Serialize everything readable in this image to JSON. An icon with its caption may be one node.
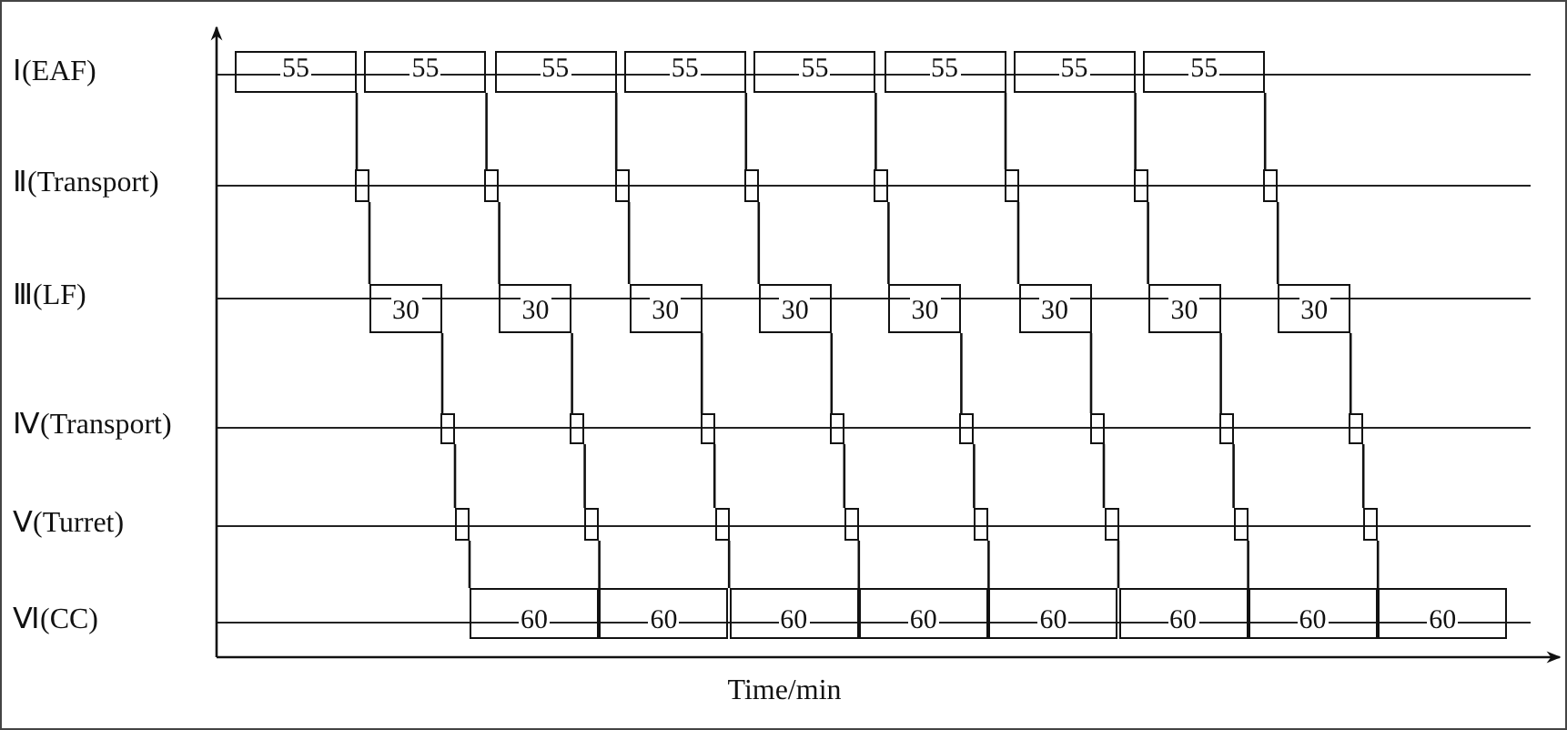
{
  "diagram": {
    "nodes": [
      {
        "text": [
          "55"
        ]
      },
      {
        "text": [
          "55"
        ]
      },
      {
        "text": [
          "55"
        ]
      },
      {
        "text": [
          "55"
        ]
      },
      {
        "text": [
          "55"
        ]
      },
      {
        "text": [
          "55"
        ]
      },
      {
        "text": [
          "55"
        ]
      },
      {
        "text": [
          "55"
        ]
      },
      {
        "text": [],
        "shape": "box"
      },
      {
        "text": [],
        "shape": "box"
      },
      {
        "text": [],
        "shape": "box"
      },
      {
        "text": [],
        "shape": "box"
      },
      {
        "text": [],
        "shape": "box"
      },
      {
        "text": [],
        "shape": "box"
      },
      {
        "text": [],
        "shape": "box"
      },
      {
        "text": [],
        "shape": "box"
      },
      {
        "text": [
          "30"
        ]
      },
      {
        "text": [
          "30"
        ]
      },
      {
        "text": [
          "30"
        ]
      },
      {
        "text": [
          "30"
        ]
      },
      {
        "text": [
          "30"
        ]
      },
      {
        "text": [
          "30"
        ]
      },
      {
        "text": [
          "30"
        ]
      },
      {
        "text": [
          "30"
        ]
      },
      {
        "text": [],
        "shape": "box"
      },
      {
        "text": [],
        "shape": "box"
      },
      {
        "text": [],
        "shape": "box"
      },
      {
        "text": [],
        "shape": "box"
      },
      {
        "text": [],
        "shape": "box"
      },
      {
        "text": [],
        "shape": "box"
      },
      {
        "text": [],
        "shape": "box"
      },
      {
        "text": [],
        "shape": "box"
      },
      {
        "text": [],
        "shape": "box"
      },
      {
        "text": [],
        "shape": "box"
      },
      {
        "text": [],
        "shape": "box"
      },
      {
        "text": [],
        "shape": "box"
      },
      {
        "text": [],
        "shape": "box"
      },
      {
        "text": [],
        "shape": "box"
      },
      {
        "text": [],
        "shape": "box"
      },
      {
        "text": [],
        "shape": "box"
      },
      {
        "text": [
          "60"
        ]
      },
      {
        "text": [
          "60"
        ]
      },
      {
        "text": [
          "60"
        ]
      },
      {
        "text": [
          "60"
        ]
      },
      {
        "text": [
          "60"
        ]
      },
      {
        "text": [
          "60"
        ]
      },
      {
        "text": [
          "60"
        ]
      },
      {
        "text": [
          "60"
        ]
      }
    ],
    "edges": [
      {
        "from": 0,
        "to": 8,
        "arrow": "none"
      },
      {
        "from": 8,
        "to": 16,
        "arrow": "none"
      },
      {
        "from": 16,
        "to": 24,
        "arrow": "none"
      },
      {
        "from": 24,
        "to": 32,
        "arrow": "none"
      },
      {
        "from": 32,
        "to": 40,
        "arrow": "none"
      },
      {
        "from": 1,
        "to": 9,
        "arrow": "none"
      },
      {
        "from": 9,
        "to": 17,
        "arrow": "none"
      },
      {
        "from": 17,
        "to": 25,
        "arrow": "none"
      },
      {
        "from": 25,
        "to": 33,
        "arrow": "none"
      },
      {
        "from": 33,
        "to": 41,
        "arrow": "none"
      },
      {
        "from": 2,
        "to": 10,
        "arrow": "none"
      },
      {
        "from": 10,
        "to": 18,
        "arrow": "none"
      },
      {
        "from": 18,
        "to": 26,
        "arrow": "none"
      },
      {
        "from": 26,
        "to": 34,
        "arrow": "none"
      },
      {
        "from": 34,
        "to": 42,
        "arrow": "none"
      },
      {
        "from": 3,
        "to": 11,
        "arrow": "none"
      },
      {
        "from": 11,
        "to": 19,
        "arrow": "none"
      },
      {
        "from": 19,
        "to": 27,
        "arrow": "none"
      },
      {
        "from": 27,
        "to": 35,
        "arrow": "none"
      },
      {
        "from": 35,
        "to": 43,
        "arrow": "none"
      },
      {
        "from": 4,
        "to": 12,
        "arrow": "none"
      },
      {
        "from": 12,
        "to": 20,
        "arrow": "none"
      },
      {
        "from": 20,
        "to": 28,
        "arrow": "none"
      },
      {
        "from": 28,
        "to": 36,
        "arrow": "none"
      },
      {
        "from": 36,
        "to": 44,
        "arrow": "none"
      },
      {
        "from": 5,
        "to": 13,
        "arrow": "none"
      },
      {
        "from": 13,
        "to": 21,
        "arrow": "none"
      },
      {
        "from": 21,
        "to": 29,
        "arrow": "none"
      },
      {
        "from": 29,
        "to": 37,
        "arrow": "none"
      },
      {
        "from": 37,
        "to": 45,
        "arrow": "none"
      },
      {
        "from": 6,
        "to": 14,
        "arrow": "none"
      },
      {
        "from": 14,
        "to": 22,
        "arrow": "none"
      },
      {
        "from": 22,
        "to": 30,
        "arrow": "none"
      },
      {
        "from": 30,
        "to": 38,
        "arrow": "none"
      },
      {
        "from": 38,
        "to": 46,
        "arrow": "none"
      },
      {
        "from": 7,
        "to": 15,
        "arrow": "none"
      },
      {
        "from": 15,
        "to": 23,
        "arrow": "none"
      },
      {
        "from": 23,
        "to": 31,
        "arrow": "none"
      },
      {
        "from": 31,
        "to": 39,
        "arrow": "none"
      },
      {
        "from": 39,
        "to": 47,
        "arrow": "none"
      }
    ],
    "labels": [
      "Ⅰ(EAF)",
      "Ⅱ(Transport)",
      "Ⅲ(LF)",
      "Ⅳ(Transport)",
      "Ⅴ(Turret)",
      "Ⅵ(CC)",
      "Time/min"
    ]
  }
}
